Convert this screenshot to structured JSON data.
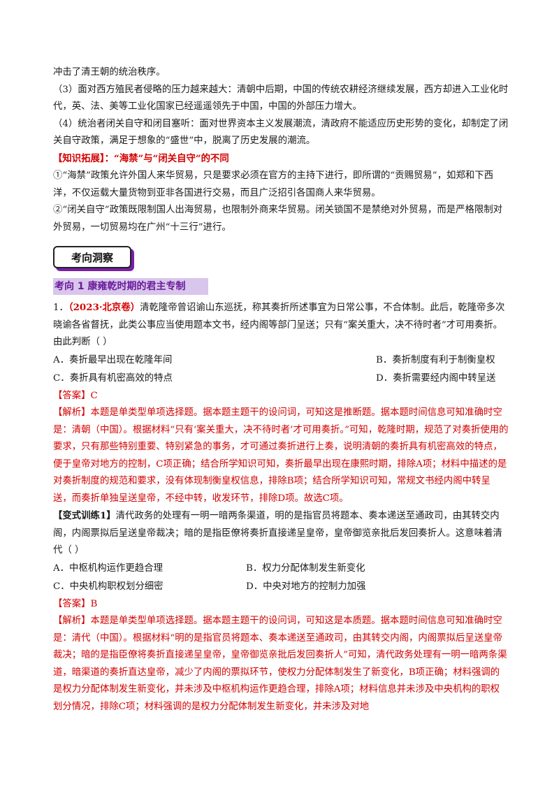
{
  "intro": {
    "line1": "冲击了清王朝的统治秩序。",
    "p3": "（3）面对西方殖民者侵略的压力越来越大：清朝中后期，中国的传统农耕经济继续发展，西方却进入工业化时代，英、法、美等工业化国家已经遥遥领先于中国，中国的外部压力增大。",
    "p4": "（4）统治者闭关自守和闭目塞听：面对世界资本主义发展潮流，清政府不能适应历史形势的变化，却制定了闭关自守政策，满足于想象的“盛世”中，脱离了历史发展的潮流。"
  },
  "knowledge": {
    "label": "【知识拓展】：",
    "title": "“海禁”与“闭关自守”的不同",
    "item1": "①“海禁”政策允许外国人来华贸易，只是要求必须在官方的主持下进行，即所谓的“贡赐贸易”，如郑和下西洋，不仅运载大量货物到亚非各国进行交易，而且广泛招引各国商人来华贸易。",
    "item2": "②“闭关自守”政策既限制国人出海贸易，也限制外商来华贸易。闭关锁国不是禁绝对外贸易，而是严格限制对外贸易，一切贸易均在广州“十三行”进行。"
  },
  "section_tag": "考向洞察",
  "kaoxiang": "考向 1   康雍乾时期的君主专制",
  "q1": {
    "num": "1．",
    "source": "（2023·北京卷）",
    "stem": "清乾隆帝曾诏谕山东巡抚，称其奏折所述事宜为日常公事，不合体制。此后，乾隆帝多次晓谕各省督抚，此类公事应当使用题本文书，经内阁等部门呈送；只有“案关重大，决不待时者”才可用奏折。由此判断（        ）",
    "options": {
      "A": "A．奏折最早出现在乾隆年间",
      "B": "B．奏折制度有利于制衡皇权",
      "C": "C．奏折具有机密高效的特点",
      "D": "D．奏折需要经内阁中转呈送"
    },
    "answer": "【答案】C",
    "analysis": "【解析】本题是单类型单项选择题。据本题主题干的设问词，可知这是推断题。据本题时间信息可知准确时空是：清朝（中国）。根据材料“只有‘案关重大，决不待时者’才可用奏折。”可知，乾隆时期，规范了对奏折使用的要求，只有那些特别重要、特别紧急的事务，才可通过奏折进行上奏，说明清朝的奏折具有机密高效的特点，便于皇帝对地方的控制，C项正确；结合所学知识可知，奏折最早出现在康熙时期，排除A项；材料中描述的是对奏折制度的规范和要求，没有体现制衡皇权信息，排除B项；结合所学知识可知，常规文书经内阁中转呈送，而奏折单独呈送皇帝，不经中转，收发环节，排除D项。故选C项。"
  },
  "q2": {
    "label": "【变式训练1】",
    "stem": "清代政务的处理有一明一暗两条渠道，明的是指官员将题本、奏本递送至通政司，由其转交内阁，内阁票拟后呈送皇帝裁决；暗的是指臣僚将奏折直接递呈皇帝，皇帝御览亲批后发回奏折人。这意味着清代（        ）",
    "options": {
      "A": "A．中枢机构运作更趋合理",
      "B": "B．权力分配体制发生新变化",
      "C": "C．中央机构职权划分细密",
      "D": "D．中央对地方的控制力加强"
    },
    "answer": "【答案】B",
    "analysis": "【解析】本题是单类型单项选择题。据本题主题干的设问词，可知这是本质题。据本题时间信息可知准确时空是：清代（中国）。根据材料“明的是指官员将题本、奏本递送至通政司，由其转交内阁，内阁票拟后呈送皇帝裁决；暗的是指臣僚将奏折直接递呈皇帝，皇帝御览亲批后发回奏折人”可知，清代政务处理有一明一暗两条渠道，暗渠道的奏折直达皇帝，减少了内阁的票拟环节，使权力分配体制发生了新变化，B项正确；材料强调的是权力分配体制发生新变化，并未涉及中枢机构运作更趋合理，排除A项；材料信息并未涉及中央机构的职权划分情况，排除C项；材料强调的是权力分配体制发生新变化，并未涉及对地"
  }
}
